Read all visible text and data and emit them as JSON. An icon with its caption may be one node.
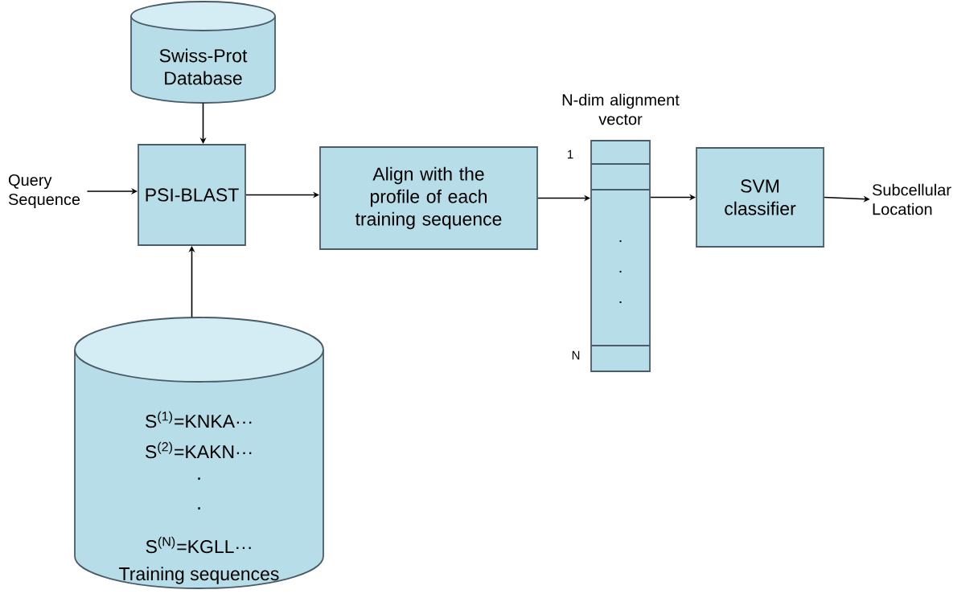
{
  "diagram": {
    "nodes": [
      {
        "text": [
          "Swiss-Prot Database"
        ]
      },
      {
        "text": [
          "PSI-BLAST"
        ]
      },
      {
        "text": [
          "Align with the profile of each training sequence"
        ]
      },
      {
        "text": [
          "N-dim alignment vector",
          "1",
          ". . .",
          "N"
        ]
      },
      {
        "text": [
          "SVM classifier"
        ]
      },
      {
        "text": [
          "S$^{(1)}$=KNKA···",
          "S$^{(2)}$=KAKN···",
          ". .",
          "S$^{(N)}$=KGLL···",
          "Training sequences"
        ]
      },
      {
        "text": [
          "Query Sequence"
        ]
      },
      {
        "text": [
          "Subcellular Location"
        ]
      }
    ],
    "edges": [
      {
        "from": 0,
        "to": 1,
        "arrow": "to"
      },
      {
        "from": 6,
        "to": 1,
        "arrow": "to"
      },
      {
        "from": 5,
        "to": 1,
        "arrow": "to"
      },
      {
        "from": 1,
        "to": 2,
        "arrow": "to"
      },
      {
        "from": 2,
        "to": 3,
        "arrow": "to"
      },
      {
        "from": 3,
        "to": 4,
        "arrow": "to"
      },
      {
        "from": 4,
        "to": 7,
        "arrow": "to"
      }
    ]
  }
}
